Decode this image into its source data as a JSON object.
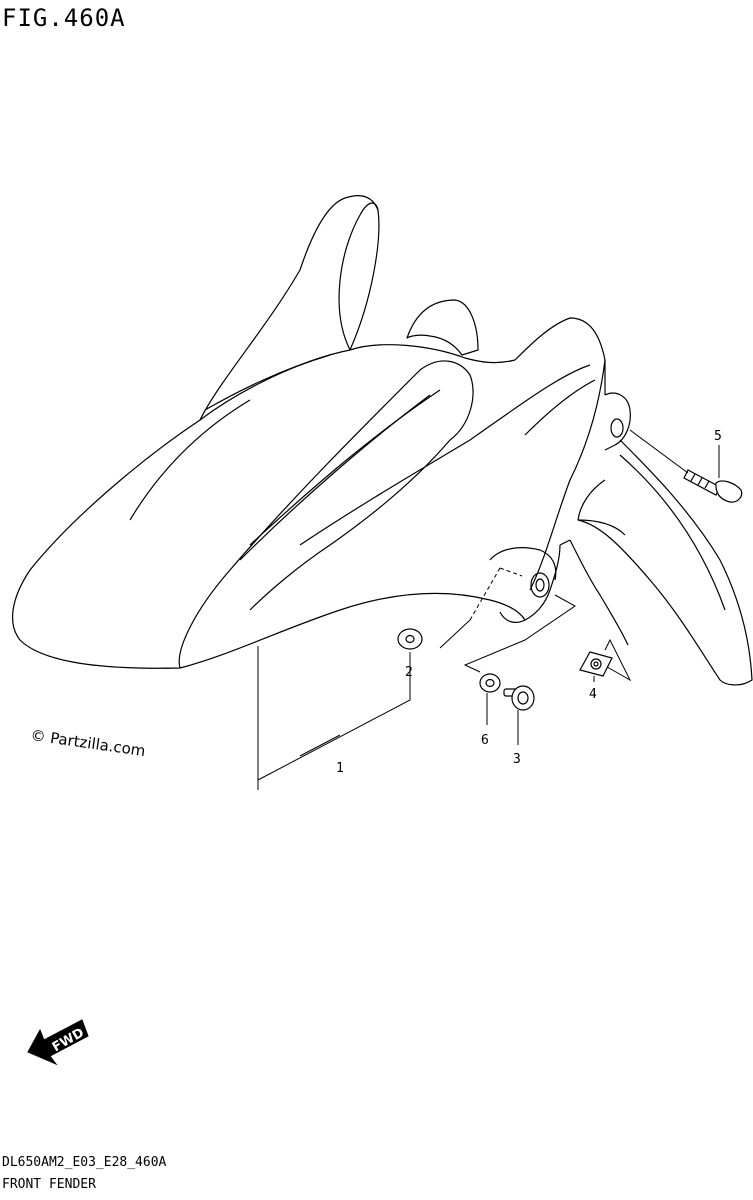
{
  "figure": {
    "title": "FIG.460A",
    "code": "DL650AM2_E03_E28_460A",
    "name": "FRONT FENDER"
  },
  "watermark": "© Partzilla.com",
  "fwd_label": "FWD",
  "callouts": [
    {
      "number": "1"
    },
    {
      "number": "2"
    },
    {
      "number": "3"
    },
    {
      "number": "4"
    },
    {
      "number": "5"
    },
    {
      "number": "6"
    }
  ],
  "colors": {
    "line": "#000000",
    "background": "#ffffff"
  },
  "icons": {
    "fwd": "forward-direction-arrow-icon",
    "copyright": "copyright-icon"
  }
}
